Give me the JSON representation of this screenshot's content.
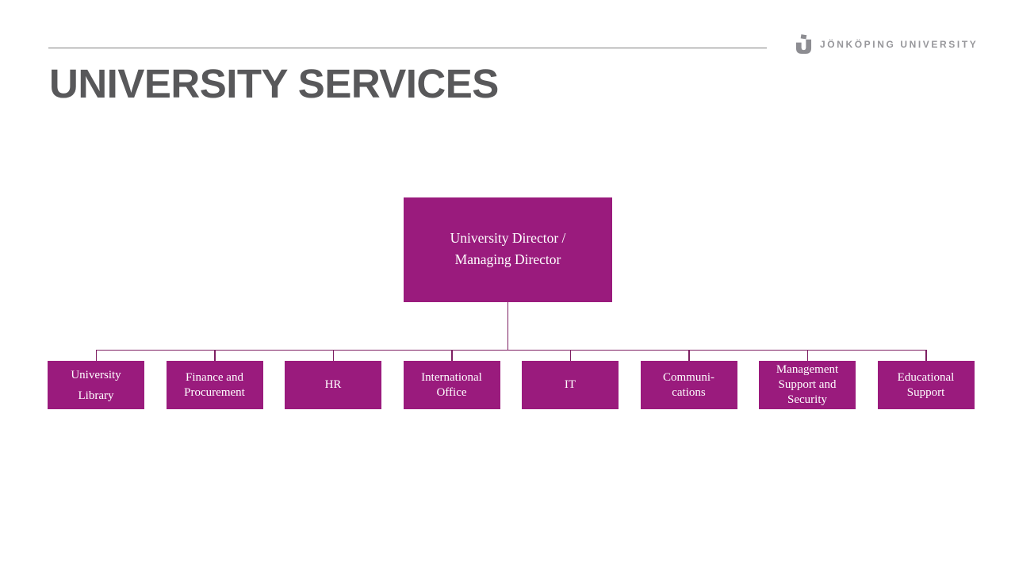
{
  "title": "UNIVERSITY SERVICES",
  "logo": {
    "text": "JÖNKÖPING UNIVERSITY",
    "icon": "ju-monogram-icon",
    "gray": "#97979b"
  },
  "org": {
    "root_label": "University Director /\nManaging Director",
    "units": [
      {
        "label": "University\nLibrary"
      },
      {
        "label": "Finance and\nProcurement"
      },
      {
        "label": "HR"
      },
      {
        "label": "International\nOffice"
      },
      {
        "label": "IT"
      },
      {
        "label": "Communi-\ncations"
      },
      {
        "label": "Management\nSupport and\nSecurity"
      },
      {
        "label": "Educational\nSupport"
      }
    ]
  },
  "colors": {
    "box_fill": "#9a1b7d",
    "connector": "#7e2063",
    "title_text": "#58585a",
    "separator": "#7f7f7f",
    "box_text": "#ffffff"
  }
}
